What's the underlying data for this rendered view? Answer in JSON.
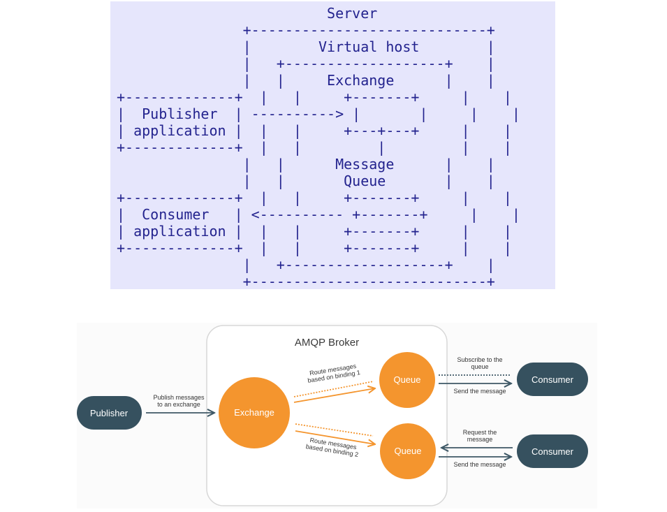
{
  "ascii_diagram": {
    "lines": [
      "                         Server",
      "               +----------------------------+",
      "               |        Virtual host        |",
      "               |   +-------------------+    |",
      "               |   |     Exchange      |    |",
      "+-------------+  |   |     +-------+     |    |",
      "|  Publisher  | ----------> |       |     |    |",
      "| application |  |   |     +---+---+     |    |",
      "+-------------+  |   |         |         |    |",
      "               |   |      Message      |    |",
      "               |   |       Queue       |    |",
      "+-------------+  |   |     +-------+     |    |",
      "|  Consumer   | <---------- +-------+     |    |",
      "| application |  |   |     +-------+     |    |",
      "+-------------+  |   |     +-------+     |    |",
      "               |   +-------------------+    |",
      "               +----------------------------+"
    ]
  },
  "amqp": {
    "broker_title": "AMQP Broker",
    "publisher": "Publisher",
    "exchange": "Exchange",
    "queue_1": "Queue",
    "queue_2": "Queue",
    "consumer_1": "Consumer",
    "consumer_2": "Consumer",
    "publish_label_1": "Publish messages",
    "publish_label_2": "to an exchange",
    "route_1_line_1": "Route messages",
    "route_1_line_2": "based on binding 1",
    "route_2_line_1": "Route messages",
    "route_2_line_2": "based on binding 2",
    "subscribe_line_1": "Subscribe to the",
    "subscribe_line_2": "queue",
    "send_message_1": "Send the message",
    "request_line_1": "Request the",
    "request_line_2": "message",
    "send_message_2": "Send the message",
    "colors": {
      "orange": "#f4952e",
      "dark_slate": "#36515f",
      "arrow": "#3e5866"
    }
  }
}
